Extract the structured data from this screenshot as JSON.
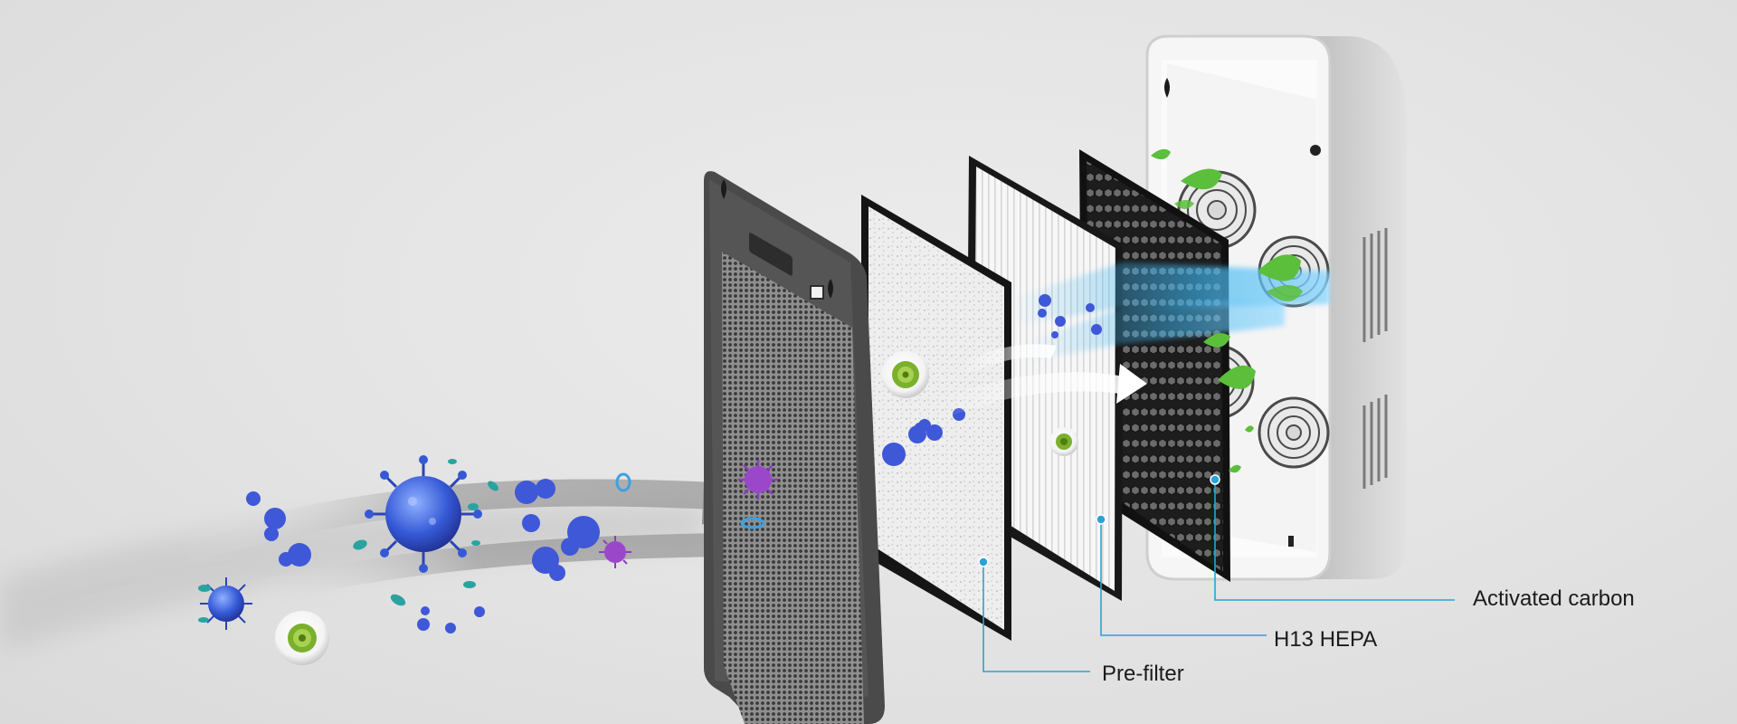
{
  "labels": {
    "activated_carbon": "Activated carbon",
    "h13_hepa": "H13 HEPA",
    "pre_filter": "Pre-filter"
  },
  "colors": {
    "background": "#e6e6e6",
    "leader_line": "#2aa3d6",
    "frame_dark": "#4a4a4a",
    "airflow_blue": "#3fb6f0",
    "pathogen_blue": "#3559d6",
    "pathogen_purple": "#8a3fc0",
    "pathogen_green": "#6aa324",
    "leaf_green": "#5bbf3b"
  },
  "icons": [
    "virus-icon",
    "bacteria-icon",
    "leaf-icon",
    "fan-icon",
    "airflow-arrow-icon"
  ]
}
